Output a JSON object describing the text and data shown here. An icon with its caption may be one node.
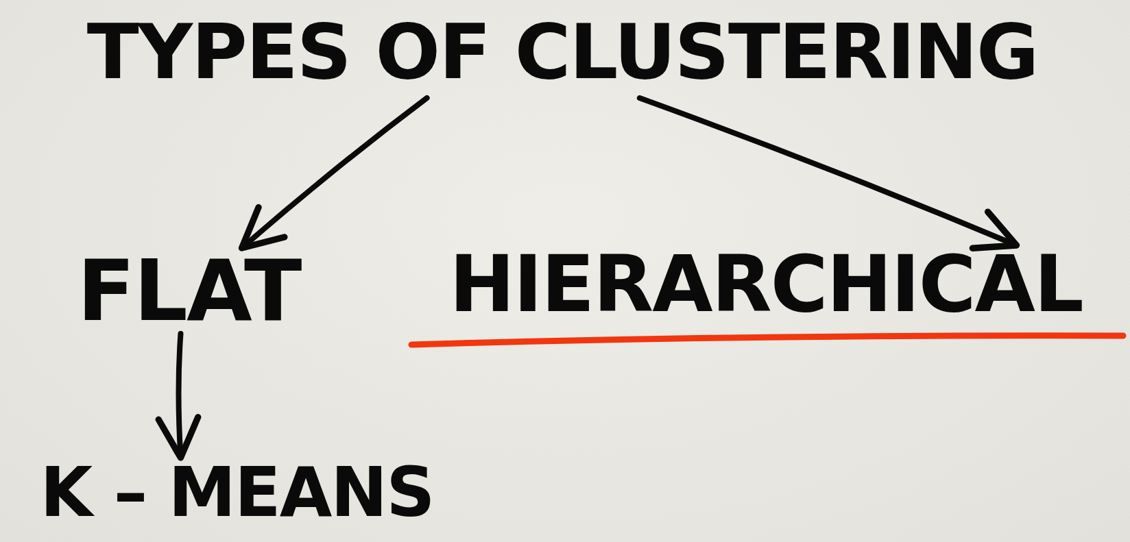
{
  "diagram": {
    "nodes": [
      {
        "text": [
          "TYPES OF CLUSTERING"
        ]
      },
      {
        "text": [
          "FLAT"
        ]
      },
      {
        "text": [
          "HIERARCHICAL"
        ]
      },
      {
        "text": [
          "K – MEANS"
        ]
      }
    ],
    "edges": [
      {
        "from": 0,
        "to": 1,
        "arrow": "to"
      },
      {
        "from": 0,
        "to": 2,
        "arrow": "to"
      },
      {
        "from": 1,
        "to": 3,
        "arrow": "to"
      }
    ]
  }
}
